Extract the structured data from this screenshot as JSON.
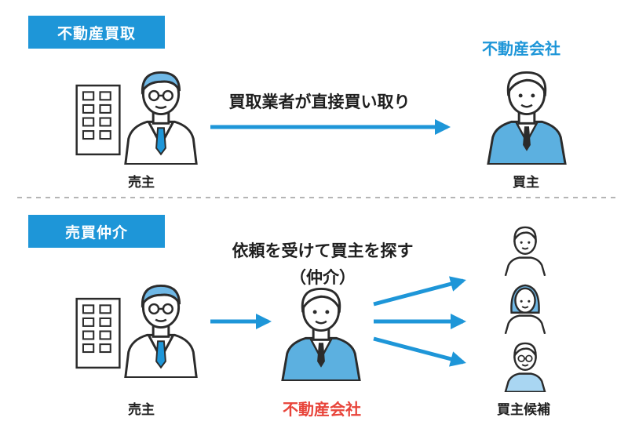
{
  "section1": {
    "badge": "不動産買取",
    "company_label": "不動産会社",
    "action": "買取業者が直接買い取り",
    "seller_label": "売主",
    "buyer_label": "買主"
  },
  "section2": {
    "badge": "売買仲介",
    "action_line1": "依頼を受けて買主を探す",
    "action_line2": "（仲介）",
    "seller_label": "売主",
    "agent_label": "不動産会社",
    "candidates_label": "買主候補"
  },
  "colors": {
    "accent": "#1e96d8",
    "agent_label": "#e8443a",
    "suit": "#5cb0e0",
    "line": "#2b2b2b"
  }
}
